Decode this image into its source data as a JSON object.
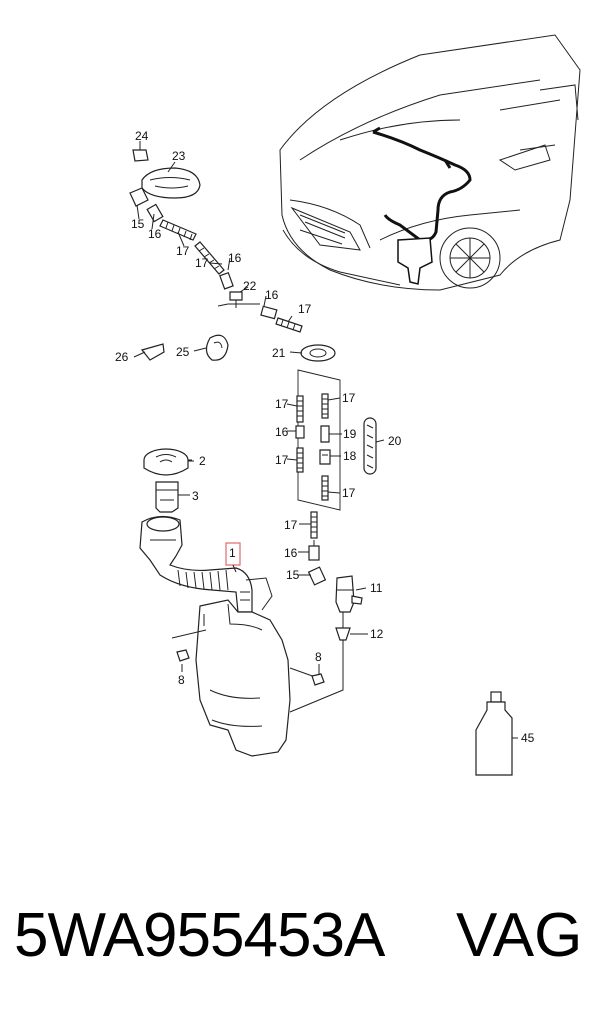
{
  "callouts": {
    "c1": "1",
    "c2": "2",
    "c3": "3",
    "c8a": "8",
    "c8b": "8",
    "c11": "11",
    "c12": "12",
    "c15a": "15",
    "c15b": "15",
    "c16a": "16",
    "c16b": "16",
    "c16c": "16",
    "c16d": "16",
    "c16e": "16",
    "c17a": "17",
    "c17b": "17",
    "c17c": "17",
    "c17d": "17",
    "c17e": "17",
    "c17f": "17",
    "c17g": "17",
    "c17h": "17",
    "c18": "18",
    "c19": "19",
    "c20": "20",
    "c21": "21",
    "c22": "22",
    "c23": "23",
    "c24": "24",
    "c25": "25",
    "c26": "26",
    "c45": "45"
  },
  "highlight_color": "#e06a6a",
  "footer": {
    "part_number": "5WA955453A",
    "brand": "VAG"
  }
}
